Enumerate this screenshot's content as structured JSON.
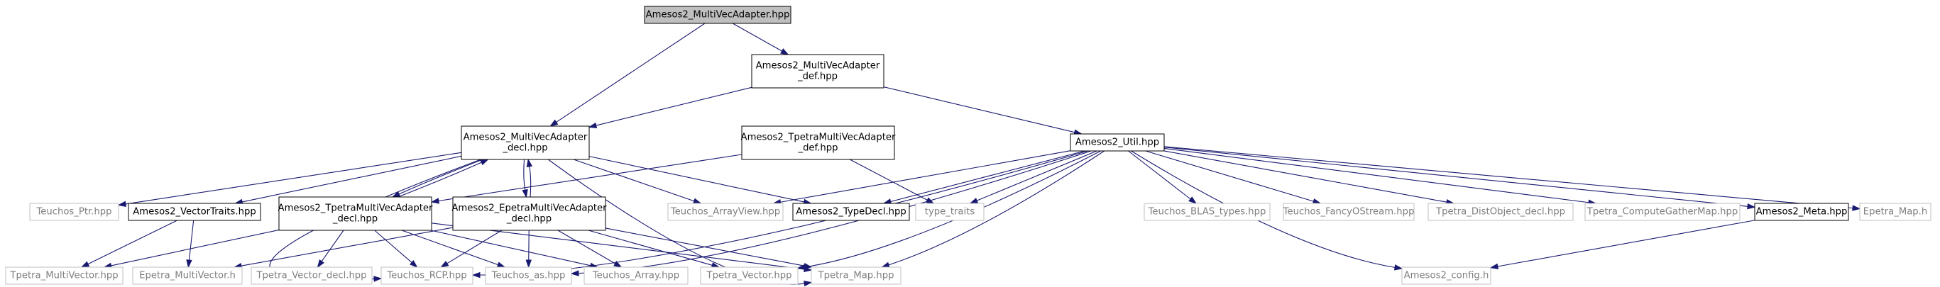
{
  "colors": {
    "edge": "#191970",
    "root_fill": "#bfbfbf",
    "box_dark": "#000000",
    "box_light": "#bfbfbf",
    "text_light": "#7f7f7f"
  },
  "nodes": {
    "root": {
      "lines": [
        "Amesos2_MultiVecAdapter.hpp"
      ]
    },
    "def": {
      "lines": [
        "Amesos2_MultiVecAdapter",
        "_def.hpp"
      ]
    },
    "decl": {
      "lines": [
        "Amesos2_MultiVecAdapter",
        "_decl.hpp"
      ]
    },
    "tpetra_def": {
      "lines": [
        "Amesos2_TpetraMultiVecAdapter",
        "_def.hpp"
      ]
    },
    "util": {
      "lines": [
        "Amesos2_Util.hpp"
      ]
    },
    "teuchos_ptr": {
      "lines": [
        "Teuchos_Ptr.hpp"
      ]
    },
    "vector_traits": {
      "lines": [
        "Amesos2_VectorTraits.hpp"
      ]
    },
    "tpetra_decl": {
      "lines": [
        "Amesos2_TpetraMultiVecAdapter",
        "_decl.hpp"
      ]
    },
    "epetra_decl": {
      "lines": [
        "Amesos2_EpetraMultiVecAdapter",
        "_decl.hpp"
      ]
    },
    "arrayview": {
      "lines": [
        "Teuchos_ArrayView.hpp"
      ]
    },
    "typedecl": {
      "lines": [
        "Amesos2_TypeDecl.hpp"
      ]
    },
    "type_traits": {
      "lines": [
        "type_traits"
      ]
    },
    "blas_types": {
      "lines": [
        "Teuchos_BLAS_types.hpp"
      ]
    },
    "fancy": {
      "lines": [
        "Teuchos_FancyOStream.hpp"
      ]
    },
    "distobject": {
      "lines": [
        "Tpetra_DistObject_decl.hpp"
      ]
    },
    "gathermap": {
      "lines": [
        "Tpetra_ComputeGatherMap.hpp"
      ]
    },
    "meta": {
      "lines": [
        "Amesos2_Meta.hpp"
      ]
    },
    "epetra_map": {
      "lines": [
        "Epetra_Map.h"
      ]
    },
    "tp_multivector": {
      "lines": [
        "Tpetra_MultiVector.hpp"
      ]
    },
    "ep_multivector": {
      "lines": [
        "Epetra_MultiVector.h"
      ]
    },
    "tp_vector_decl": {
      "lines": [
        "Tpetra_Vector_decl.hpp"
      ]
    },
    "rcp": {
      "lines": [
        "Teuchos_RCP.hpp"
      ]
    },
    "as": {
      "lines": [
        "Teuchos_as.hpp"
      ]
    },
    "array": {
      "lines": [
        "Teuchos_Array.hpp"
      ]
    },
    "tp_vector": {
      "lines": [
        "Tpetra_Vector.hpp"
      ]
    },
    "tp_map": {
      "lines": [
        "Tpetra_Map.hpp"
      ]
    },
    "config": {
      "lines": [
        "Amesos2_config.h"
      ]
    }
  }
}
